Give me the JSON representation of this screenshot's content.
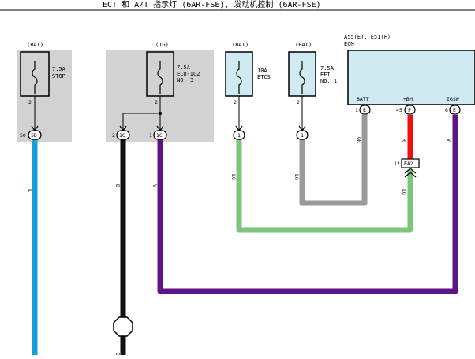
{
  "title": "ECT 和 A/T 指示灯 (6AR-FSE), 发动机控制 (6AR-FSE)",
  "fuses": [
    {
      "source": "(BAT)",
      "rating": "7.5A",
      "name": "STOP",
      "pin": "2",
      "connector_pin": "50",
      "connector_id": "5D"
    },
    {
      "source": "(IG)",
      "rating": "7.5A",
      "name": "ECU-IG2",
      "name2": "NO. 3",
      "pin": "2",
      "connector_pin_a": "2",
      "connector_id_a": "1C",
      "connector_pin_b": "1",
      "connector_id_b": "1C"
    },
    {
      "source": "(BAT)",
      "rating": "10A",
      "name": "ETCS",
      "pin": "2",
      "connector_id": "1"
    },
    {
      "source": "(BAT)",
      "rating": "7.5A",
      "name": "EFI",
      "name2": "NO. 1",
      "pin": "2",
      "connector_id": "1"
    }
  ],
  "ecm": {
    "header1": "A55(E), E51(F)",
    "header2": "ECM",
    "pins": [
      {
        "label": "BATT",
        "pin": "1",
        "conn": "E"
      },
      {
        "label": "+BM",
        "pin": "45",
        "conn": "F"
      },
      {
        "label": "IGSW",
        "pin": "6",
        "conn": "E"
      }
    ]
  },
  "connector_ea2": {
    "id": "EA2",
    "pin": "12"
  },
  "wire_colors": {
    "L": "L",
    "B": "B",
    "V": "V",
    "LG": "LG",
    "GR": "GR",
    "R": "R"
  },
  "colors": {
    "blue": "#1a9fd4",
    "black": "#111111",
    "purple": "#5c1487",
    "green": "#7dc47d",
    "grey": "#9a9a9a",
    "red": "#f01010",
    "ecm_fill": "#cfeaf0",
    "panel": "#d2d2d2"
  }
}
